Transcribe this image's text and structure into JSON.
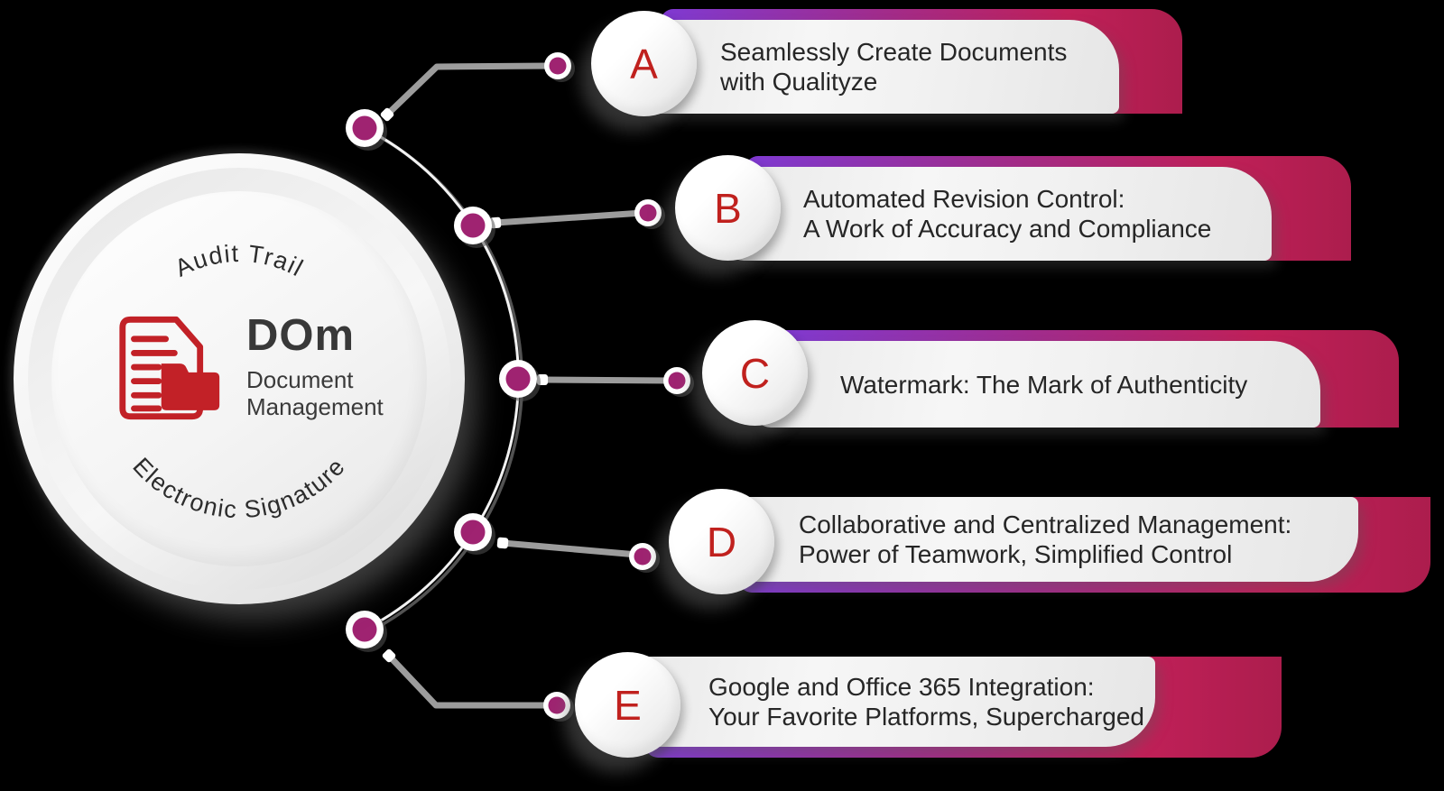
{
  "hub": {
    "top_curved_label": "Audit Trail",
    "bottom_curved_label": "Electronic Signature",
    "brand": "DOm",
    "subtitle_line1": "Document",
    "subtitle_line2": "Management",
    "icon": "document-folder-icon"
  },
  "rows": [
    {
      "letter": "A",
      "line1": "Seamlessly Create Documents",
      "line2": "with Qualityze"
    },
    {
      "letter": "B",
      "line1": "Automated Revision Control:",
      "line2": "A Work of Accuracy and Compliance"
    },
    {
      "letter": "C",
      "line1": "Watermark: The Mark of Authenticity",
      "line2": ""
    },
    {
      "letter": "D",
      "line1": "Collaborative and Centralized Management:",
      "line2": "Power of Teamwork, Simplified Control"
    },
    {
      "letter": "E",
      "line1": "Google and Office 365 Integration:",
      "line2": "Your Favorite Platforms, Supercharged"
    }
  ],
  "colors": {
    "accent_red": "#C0211E",
    "icon_red": "#C22127",
    "dot_magenta": "#9F2371",
    "ribbon_purple": "#7F3AD3",
    "ribbon_crimson": "#B01E4F",
    "connector_gray": "#9C9C9C",
    "bar_gray": "#F0F0F0",
    "text_dark": "#262626"
  }
}
